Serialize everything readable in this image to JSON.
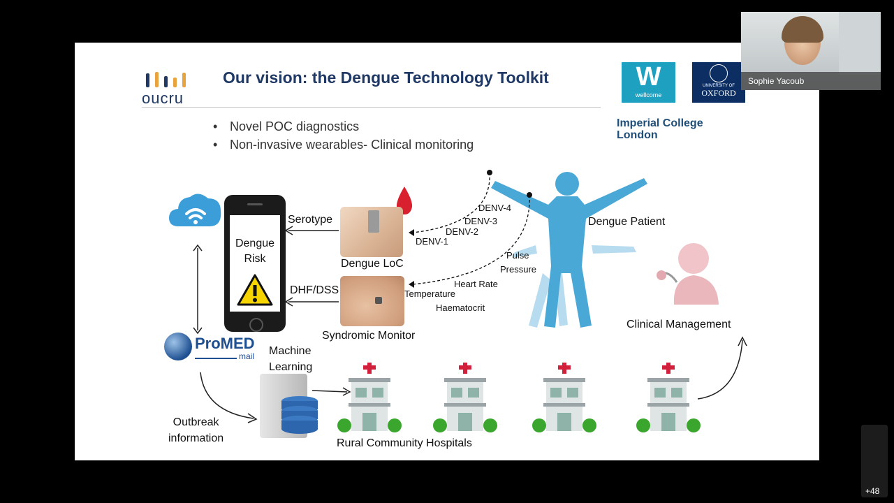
{
  "slide": {
    "title": "Our vision: the Dengue Technology Toolkit",
    "bullets": [
      "Novel POC diagnostics",
      "Non-invasive wearables- Clinical monitoring"
    ],
    "logos": {
      "oucru": "oucru",
      "wellcome_letter": "W",
      "wellcome_text": "wellcome",
      "oxford_small": "UNIVERSITY OF",
      "oxford_big": "OXFORD",
      "imperial_line1": "Imperial College",
      "imperial_line2": "London",
      "promed": "ProMED",
      "promed_mail": "mail"
    },
    "phone": {
      "line1": "Dengue",
      "line2": "Risk"
    },
    "labels": {
      "serotype": "Serotype",
      "dhf_dss": "DHF/DSS",
      "dengue_loc": "Dengue LoC",
      "syndromic_monitor": "Syndromic Monitor",
      "dengue_patient": "Dengue Patient",
      "clinical_management": "Clinical Management",
      "machine_learning_1": "Machine",
      "machine_learning_2": "Learning",
      "outbreak_1": "Outbreak",
      "outbreak_2": "information",
      "rural_hospitals": "Rural Community Hospitals"
    },
    "serotypes": [
      "DENV-4",
      "DENV-3",
      "DENV-2",
      "DENV-1"
    ],
    "vitals": [
      "Pulse",
      "Pressure",
      "Heart Rate",
      "Temperature",
      "Haematocrit"
    ],
    "colors": {
      "title": "#1f3864",
      "body_figure": "#4aa8d6",
      "cloud": "#3b9ed9",
      "hospital_cross": "#d21f3c",
      "shrub": "#3aa62d"
    }
  },
  "participant": {
    "name": "Sophie Yacoub"
  },
  "gallery": {
    "count": "+48"
  }
}
